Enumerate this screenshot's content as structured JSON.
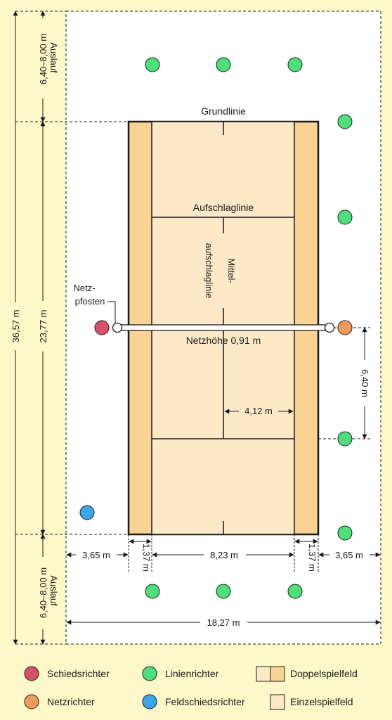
{
  "labels": {
    "grundlinie": "Grundlinie",
    "aufschlaglinie": "Aufschlaglinie",
    "mittel_line1": "Mittel-",
    "mittel_line2": "aufschlaglinie",
    "netz_line1": "Netz-",
    "netz_line2": "pfosten",
    "netzhoehe": "Netzhöhe 0,91 m"
  },
  "dimensions": {
    "auslauf": "Auslauf",
    "auslauf_range": "6,40–8,00 m",
    "total_length": "36,57 m",
    "court_length": "23,77 m",
    "net_to_service": "6,40 m",
    "half_service_width": "4,12 m",
    "side_run": "3,65 m",
    "alley": "1,37 m",
    "singles_width": "8,23 m",
    "total_width": "18,27 m"
  },
  "legend": [
    {
      "label": "Schiedsrichter",
      "swatch": "circle",
      "color": "#d9506a"
    },
    {
      "label": "Linienrichter",
      "swatch": "circle",
      "color": "#4de07a"
    },
    {
      "label": "Doppelspielfeld",
      "swatch": "double",
      "color": "#f9d394"
    },
    {
      "label": "Netzrichter",
      "swatch": "circle",
      "color": "#f29a5c"
    },
    {
      "label": "Feldschiedsrichter",
      "swatch": "circle",
      "color": "#3aa7ec"
    },
    {
      "label": "Einzelspielfeld",
      "swatch": "single",
      "color": "#fde9c8"
    }
  ],
  "colors": {
    "background": "#fdf8c8",
    "runoff": "#ffffff",
    "doubles_alley": "#f9d394",
    "singles_court": "#fde9c8",
    "line": "#1a1a1a",
    "umpire": "#d9506a",
    "line_judge": "#4de07a",
    "net_judge": "#f29a5c",
    "field_umpire": "#3aa7ec"
  }
}
